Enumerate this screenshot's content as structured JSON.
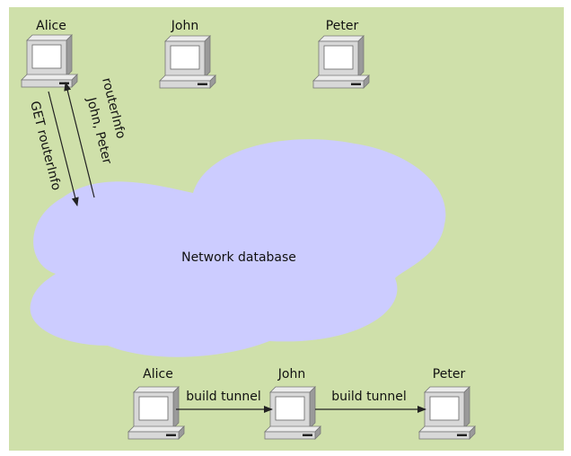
{
  "colors": {
    "background": "#cfe0aa",
    "cloud": "#ccccff",
    "computer_body": "#d8d8d8",
    "computer_shadow": "#8a8a8a",
    "screen": "#ffffff",
    "line": "#222222"
  },
  "top_row": {
    "alice": "Alice",
    "john": "John",
    "peter": "Peter"
  },
  "arrows": {
    "request": "GET routerInfo",
    "reply_line1": "routerInfo",
    "reply_line2": "John, Peter"
  },
  "cloud": {
    "label": "Network database"
  },
  "bottom_row": {
    "alice": "Alice",
    "john": "John",
    "peter": "Peter",
    "edge1": "build tunnel",
    "edge2": "build tunnel"
  }
}
